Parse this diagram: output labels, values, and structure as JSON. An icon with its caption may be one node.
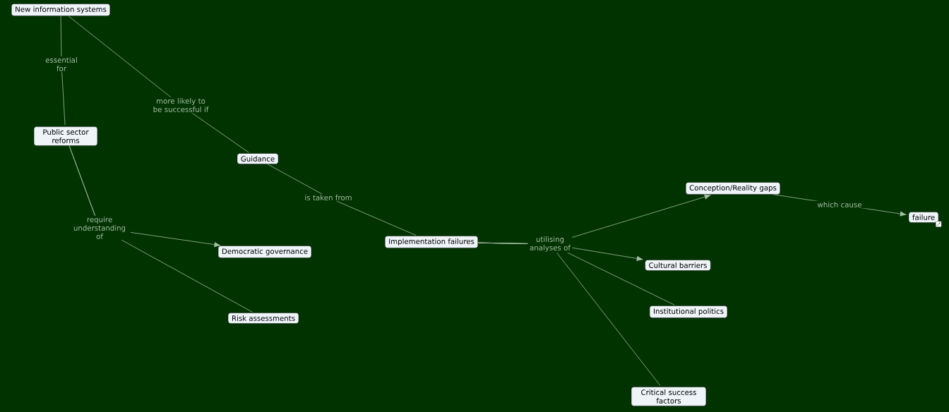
{
  "diagram": {
    "nodes": [
      {
        "text": [
          "New information systems"
        ]
      },
      {
        "text": [
          "Public sector reforms"
        ]
      },
      {
        "text": [
          "Guidance"
        ]
      },
      {
        "text": [
          "Democratic governance"
        ]
      },
      {
        "text": [
          "Risk assessments"
        ]
      },
      {
        "text": [
          "Implementation failures"
        ]
      },
      {
        "text": [
          "Conception/Reality gaps"
        ]
      },
      {
        "text": [
          "failure"
        ]
      },
      {
        "text": [
          "Cultural barriers"
        ]
      },
      {
        "text": [
          "Institutional politics"
        ]
      },
      {
        "text": [
          "Critical success factors"
        ]
      }
    ],
    "edges": [
      {
        "from": 0,
        "to": 1,
        "arrow": "none",
        "label": "essential for"
      },
      {
        "from": 0,
        "to": 2,
        "arrow": "none",
        "label": "more likely to be successful if"
      },
      {
        "from": 1,
        "to": 3,
        "arrow": "to",
        "label": "require understanding of"
      },
      {
        "from": 1,
        "to": 4,
        "arrow": "none"
      },
      {
        "from": 2,
        "to": 5,
        "arrow": "none",
        "label": "is taken from"
      },
      {
        "from": 5,
        "to": 6,
        "arrow": "to",
        "label": "utilising analyses of"
      },
      {
        "from": 5,
        "to": 8,
        "arrow": "to"
      },
      {
        "from": 5,
        "to": 9,
        "arrow": "none"
      },
      {
        "from": 5,
        "to": 10,
        "arrow": "none"
      },
      {
        "from": 6,
        "to": 7,
        "arrow": "to",
        "label": "which cause"
      }
    ]
  }
}
